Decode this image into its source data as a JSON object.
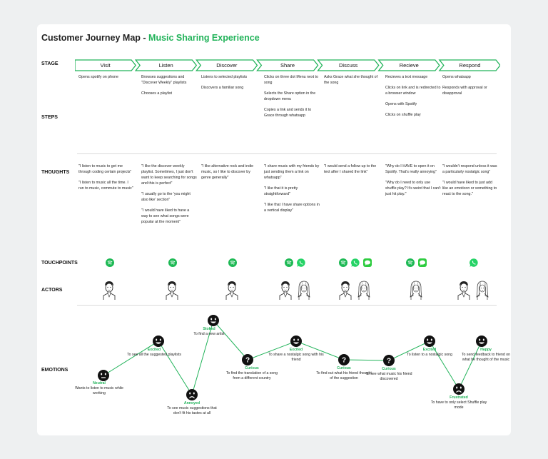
{
  "title_main": "Customer Journey Map - ",
  "title_accent": "Music Sharing Experience",
  "row_labels": {
    "stage": "STAGE",
    "steps": "STEPS",
    "thoughts": "THOUGHTS",
    "touchpoints": "TOUCHPOINTS",
    "actors": "ACTORS",
    "emotions": "EMOTIONS"
  },
  "colors": {
    "accent": "#22b35a",
    "spotify": "#1db954",
    "whatsapp": "#25d366",
    "message": "#2ecc40"
  },
  "stages": [
    "Visit",
    "Listen",
    "Discover",
    "Share",
    "Discuss",
    "Recieve",
    "Respond"
  ],
  "steps": [
    [
      "Opens spotify on phone"
    ],
    [
      "Browses suggestions and \"Discover Weekly\" playlists",
      "Chooses a playlist"
    ],
    [
      "Listens to selected playlists",
      "Discovers a familiar song"
    ],
    [
      "Clicks on three dot Menu next to song",
      "Selects the Share option in the dropdown menu",
      "Copies a link and sends it to Grace through whatsapp"
    ],
    [
      "Asks Grace what she thought of the song"
    ],
    [
      "Recieves a text message",
      "Clicks on link and is redirected to a browser window",
      "Opens with Spotify",
      "Clicks on shuffle play"
    ],
    [
      "Opens whatsapp",
      "Responds with approval or disapproval"
    ]
  ],
  "thoughts": [
    [
      "\"I listen to music to get me through coding certain projects\"",
      "\"I listen to music all the time. I run to music, commute to music\""
    ],
    [
      "\"I like the discover weekly playlist. Sometimes, I just don't want to keep searching for songs and this is perfect\"",
      "\"I usually go to the 'you might also like' section\"",
      "\"I would have liked to have a way to see what songs were popular at the moment\""
    ],
    [
      "\"I like alternative rock and indie music, so I like to discover by genre generally\""
    ],
    [
      "\"I share music with my friends by just sending them a link on whatsapp\"",
      "\"I like that it is pretty straightforward\"",
      "\"I like that I have share options in a vertical display\""
    ],
    [
      "\"I would send a follow up to the text after I shared the link\""
    ],
    [
      "\"Why do I HAVE to open it on Spotify. That's really annoying\"",
      "\"Why do I need to only use shuffle play? It's weird that I can't just hit play.\""
    ],
    [
      "\"I wouldn't respond unless it was a particularly nostalgic song\"",
      "\"I would have liked to just add like an emoticon or something to react to the song.\""
    ]
  ],
  "touchpoints": [
    [
      "spotify"
    ],
    [
      "spotify"
    ],
    [
      "spotify"
    ],
    [
      "spotify",
      "whatsapp"
    ],
    [
      "spotify",
      "whatsapp",
      "message"
    ],
    [
      "spotify",
      "message"
    ],
    [
      "whatsapp"
    ]
  ],
  "actors": [
    [
      "male"
    ],
    [
      "male"
    ],
    [
      "male"
    ],
    [
      "male",
      "female"
    ],
    [
      "male",
      "female"
    ],
    [
      "female"
    ],
    [
      "male",
      "female"
    ]
  ],
  "emotions": [
    {
      "face": "neutral",
      "emotion": "Neutral",
      "text": "Wants to listen to music while working"
    },
    {
      "face": "happy",
      "emotion": "Excited",
      "text": "To see all the suggested playlists"
    },
    {
      "face": "sad",
      "emotion": "Annoyed",
      "text": "To see music suggestions that don't fit his tastes at all"
    },
    {
      "face": "happy",
      "emotion": "Stoked",
      "text": "To find a new artist"
    },
    {
      "face": "curious",
      "emotion": "Curious",
      "text": "To find the translation of a song from a different country"
    },
    {
      "face": "happy",
      "emotion": "Excited",
      "text": "To share a nostalgic song with his friend"
    },
    {
      "face": "curious",
      "emotion": "Curious",
      "text": "To find out what his friend thought of the suggestion"
    },
    {
      "face": "curious",
      "emotion": "Curious",
      "text": "To see what music his friend discovered"
    },
    {
      "face": "happy",
      "emotion": "Excited",
      "text": "To listen to a nostalgic song"
    },
    {
      "face": "sad",
      "emotion": "Frustrated",
      "text": "To have to only select Shuffle play mode"
    },
    {
      "face": "happy",
      "emotion": "Happy",
      "text": "To send feedback to friend on what he thought of the music"
    }
  ]
}
